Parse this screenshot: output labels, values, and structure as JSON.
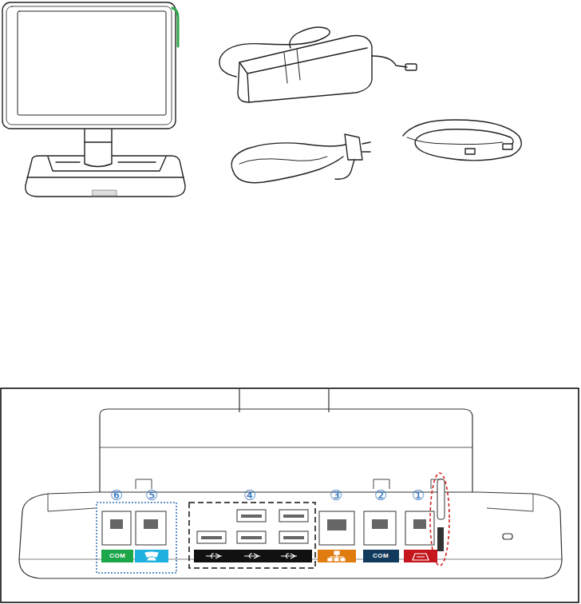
{
  "diagram": {
    "labels": [
      "⑥",
      "⑤",
      "④",
      "③",
      "②",
      "①",
      "COM",
      "COM"
    ]
  }
}
